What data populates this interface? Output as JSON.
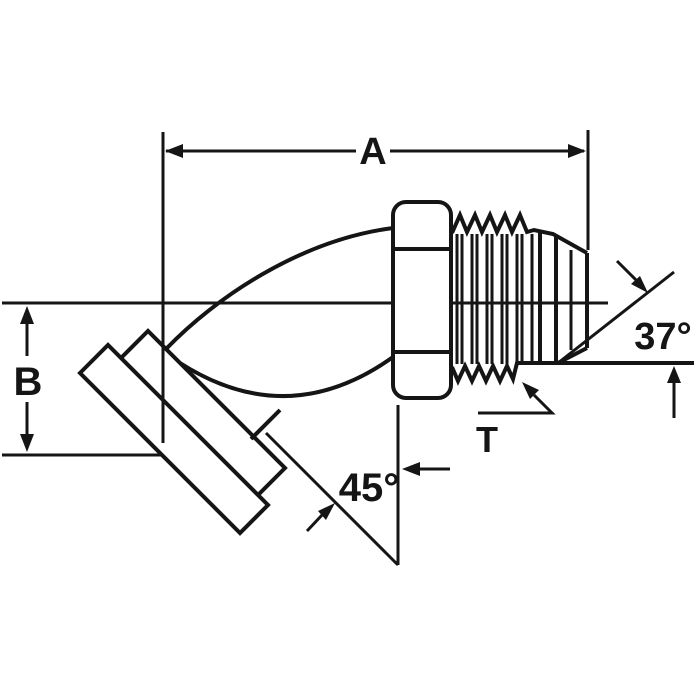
{
  "drawing": {
    "type": "technical-line-drawing",
    "subject": "45-degree flare elbow tube fitting, side elevation",
    "background_color": "#ffffff",
    "line_color": "#151515",
    "labels": {
      "dim_a": "A",
      "dim_b": "B",
      "elbow_angle": "45°",
      "flare_angle": "37°",
      "thread_callout": "T"
    }
  }
}
